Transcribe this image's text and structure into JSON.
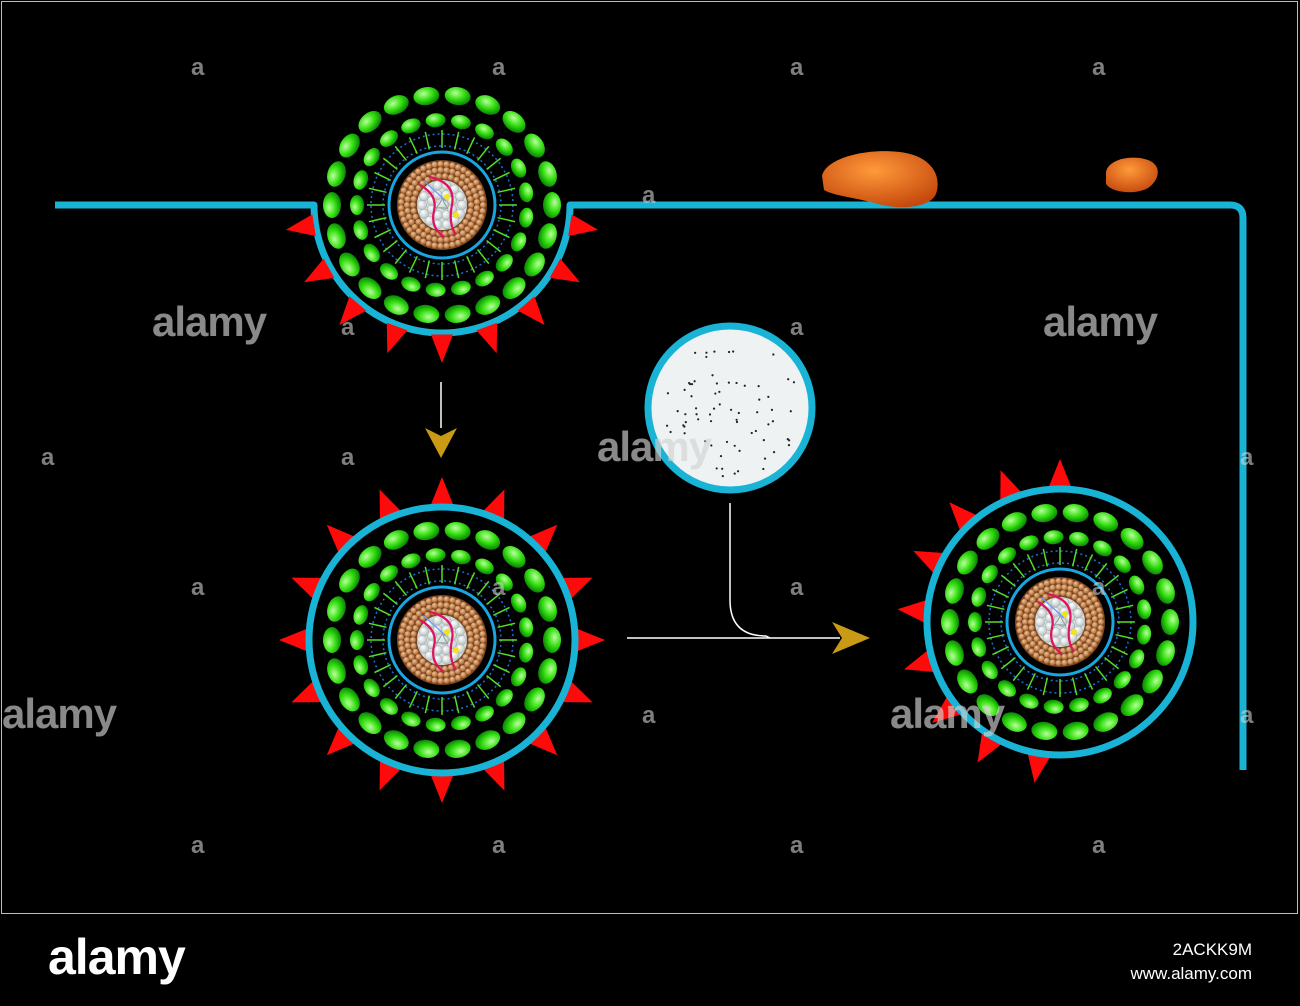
{
  "watermark": {
    "word": "alamy",
    "letter": "a"
  },
  "footer": {
    "logo": "alamy",
    "image_id": "2ACKK9M",
    "site": "www.alamy.com"
  },
  "colors": {
    "background": "#000000",
    "membrane": "#19b3d6",
    "spike": "#ff0a0a",
    "matrix_protein": "#22cc11",
    "capsid_layer": "#c8834a",
    "core": "#f2f2f2",
    "rna": "#e0115f",
    "arrow": "#c89a16",
    "host_protein": "#e0661a",
    "vesicle_fill": "#eef2f2"
  },
  "icons": [
    "virus-particle-icon",
    "vesicle-icon",
    "host-membrane-protein-icon",
    "arrow-icon"
  ]
}
